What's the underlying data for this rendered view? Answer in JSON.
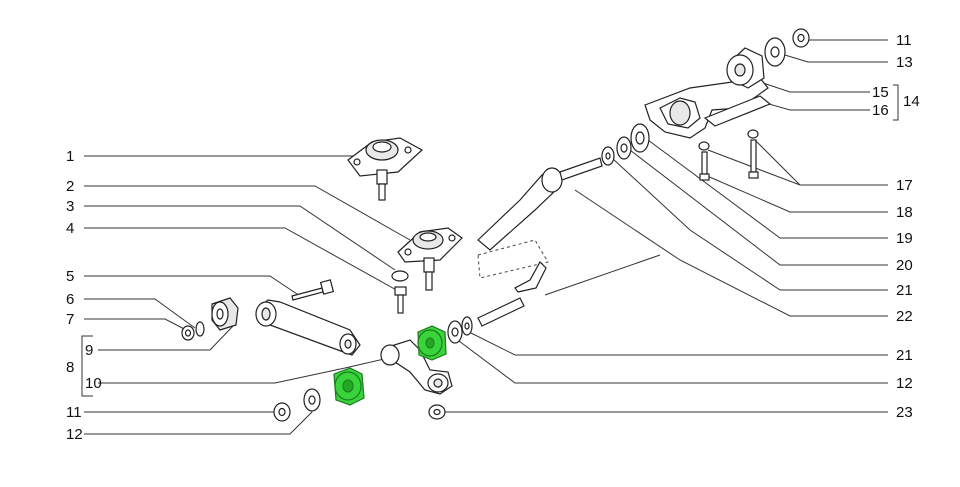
{
  "callouts": {
    "left": [
      "1",
      "2",
      "3",
      "4",
      "5",
      "6",
      "7",
      "8",
      "9",
      "10",
      "11",
      "12"
    ],
    "right": [
      "11",
      "13",
      "15",
      "14",
      "16",
      "17",
      "18",
      "19",
      "20",
      "21",
      "22",
      "21",
      "12",
      "23"
    ]
  },
  "colors": {
    "highlight": "#39d33c",
    "line": "#333333",
    "part_fill": "#ffffff"
  },
  "icons": [
    "ball-joint-icon",
    "bolt-icon",
    "nut-icon",
    "washer-icon",
    "bushing-icon",
    "control-arm-icon",
    "stabilizer-bar-icon",
    "bracket-icon"
  ]
}
